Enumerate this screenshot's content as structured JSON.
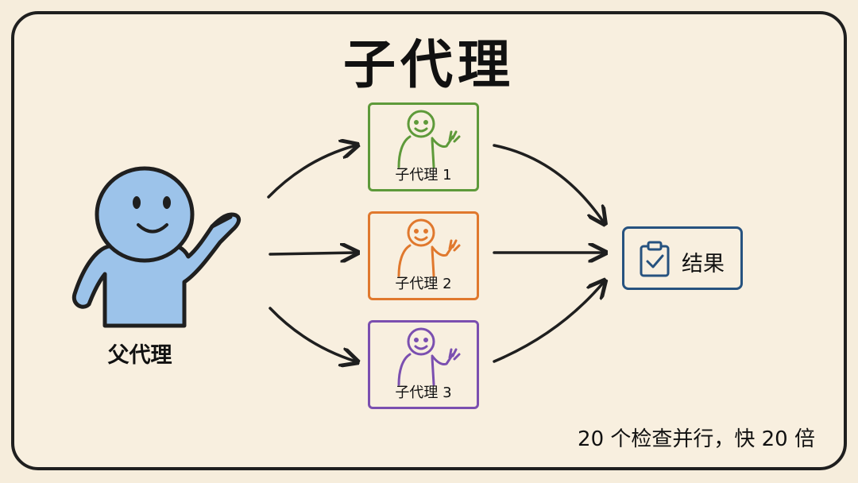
{
  "title": "子代理",
  "parent": {
    "label": "父代理"
  },
  "subagents": [
    {
      "label": "子代理 1",
      "color": "#5e9a3a"
    },
    {
      "label": "子代理 2",
      "color": "#e0782d"
    },
    {
      "label": "子代理 3",
      "color": "#7b4fb0"
    }
  ],
  "result": {
    "label": "结果",
    "icon": "clipboard-check-icon",
    "color": "#26527f"
  },
  "footer": "20 个检查并行，快 20 倍",
  "colors": {
    "background": "#f8efdf",
    "parent_fill": "#9cc3ea",
    "stroke": "#1f1f1f"
  }
}
